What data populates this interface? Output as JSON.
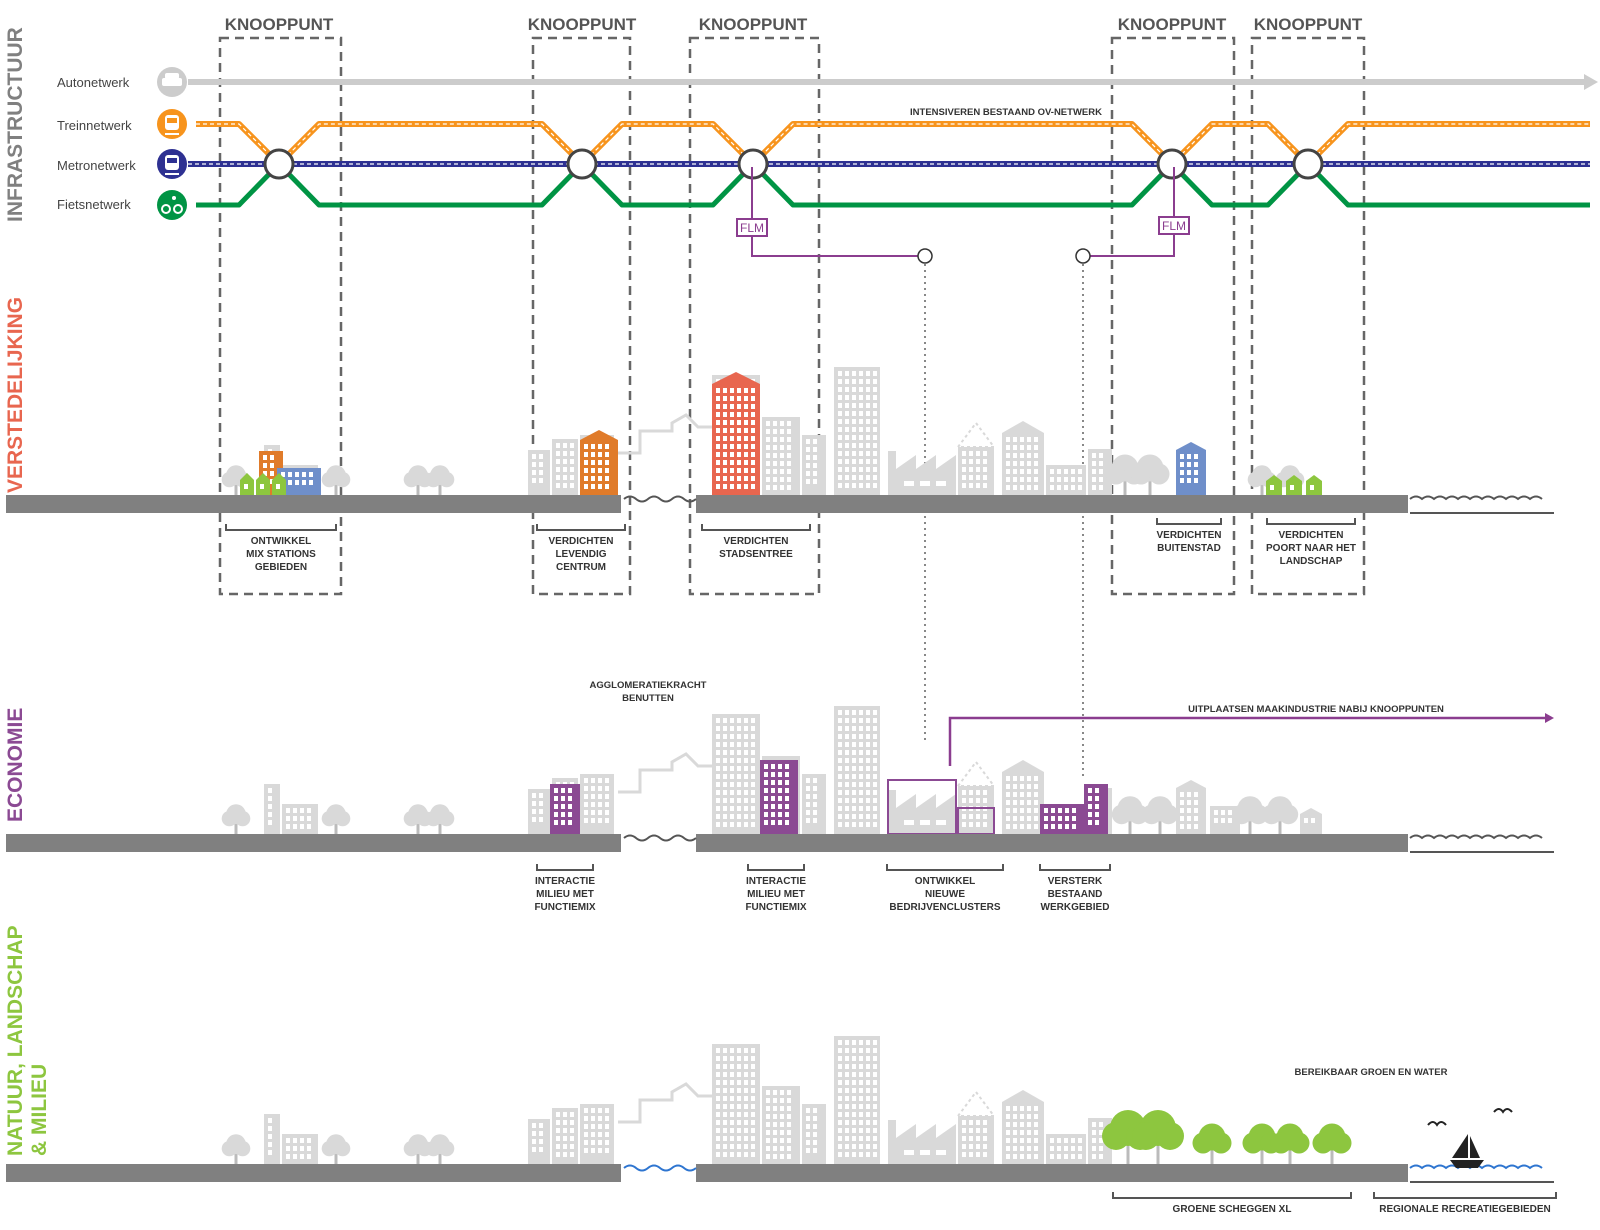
{
  "knooppunt_label": "KNOOPPUNT",
  "sections": {
    "infrastructuur": "INFRASTRUCTUUR",
    "verstedelijking": "VERSTEDELIJKING",
    "economie": "ECONOMIE",
    "natuur": [
      "NATUUR, LANDSCHAP",
      "& MILIEU"
    ]
  },
  "networks": {
    "auto": "Autonetwerk",
    "trein": "Treinnetwerk",
    "metro": "Metronetwerk",
    "fiets": "Fietsnetwerk"
  },
  "colors": {
    "auto": "#cccccc",
    "trein": "#f7941d",
    "metro": "#2e3192",
    "fiets": "#009444",
    "flm": "#8b3d8f",
    "verstedelijking": "#e8664f",
    "economie": "#8b4a93",
    "natuur": "#8dc63f",
    "ground": "#808080",
    "building": "#d9d9d9",
    "water": "#2e75d0"
  },
  "icons": {
    "auto": "car-icon",
    "trein": "train-icon",
    "metro": "metro-icon",
    "fiets": "bicycle-icon"
  },
  "annotations": {
    "ov": "INTENSIVEREN BESTAAND OV-NETWERK",
    "flm": "FLM",
    "agglomeratie": [
      "AGGLOMERATIEKRACHT",
      "BENUTTEN"
    ],
    "maakindustrie": "UITPLAATSEN MAAKINDUSTRIE NABIJ KNOOPPUNTEN",
    "groen_water": "BEREIKBAAR GROEN EN WATER"
  },
  "captions": {
    "verstedelijking": [
      [
        "ONTWIKKEL",
        "MIX STATIONS",
        "GEBIEDEN"
      ],
      [
        "VERDICHTEN",
        "LEVENDIG",
        "CENTRUM"
      ],
      [
        "VERDICHTEN",
        "STADSENTREE"
      ],
      [
        "VERDICHTEN",
        "BUITENSTAD"
      ],
      [
        "VERDICHTEN",
        "POORT NAAR HET",
        "LANDSCHAP"
      ]
    ],
    "economie": [
      [
        "INTERACTIE",
        "MILIEU MET",
        "FUNCTIEMIX"
      ],
      [
        "INTERACTIE",
        "MILIEU MET",
        "FUNCTIEMIX"
      ],
      [
        "ONTWIKKEL",
        "NIEUWE",
        "BEDRIJVENCLUSTERS"
      ],
      [
        "VERSTERK",
        "BESTAAND",
        "WERKGEBIED"
      ]
    ],
    "natuur": [
      "GROENE SCHEGGEN XL",
      "REGIONALE RECREATIEGEBIEDEN"
    ]
  }
}
